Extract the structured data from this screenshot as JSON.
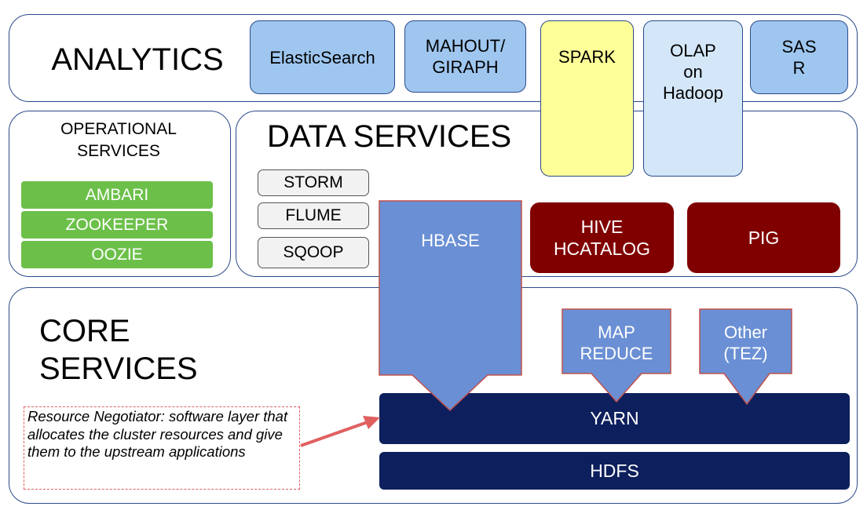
{
  "analytics": {
    "title": "ANALYTICS",
    "tools": {
      "elasticsearch": "ElasticSearch",
      "mahout_l1": "MAHOUT/",
      "mahout_l2": "GIRAPH",
      "spark": "SPARK",
      "olap_l1": "OLAP",
      "olap_l2": "on",
      "olap_l3": "Hadoop",
      "sas_l1": "SAS",
      "sas_l2": "R"
    }
  },
  "operational": {
    "title_l1": "OPERATIONAL",
    "title_l2": "SERVICES",
    "items": [
      "AMBARI",
      "ZOOKEEPER",
      "OOZIE"
    ]
  },
  "data_services": {
    "title": "DATA SERVICES",
    "ingest": [
      "STORM",
      "FLUME",
      "SQOOP"
    ],
    "hbase": "HBASE",
    "hive_l1": "HIVE",
    "hive_l2": "HCATALOG",
    "pig": "PIG"
  },
  "core": {
    "title_l1": "CORE",
    "title_l2": "SERVICES",
    "mapreduce_l1": "MAP",
    "mapreduce_l2": "REDUCE",
    "other_l1": "Other",
    "other_l2": "(TEZ)",
    "yarn": "YARN",
    "hdfs": "HDFS"
  },
  "note": {
    "text": "Resource Negotiator: software layer that allocates the cluster resources and give them to the upstream applications"
  },
  "colors": {
    "panel_border": "#2b4a8a",
    "light_blue": "#9ec6ef",
    "arrow_blue": "#6a8fd4",
    "maroon": "#800000",
    "navy": "#0d1f5c",
    "green": "#6cc04a",
    "yellow": "#ffff99",
    "note_red": "#e06060"
  }
}
